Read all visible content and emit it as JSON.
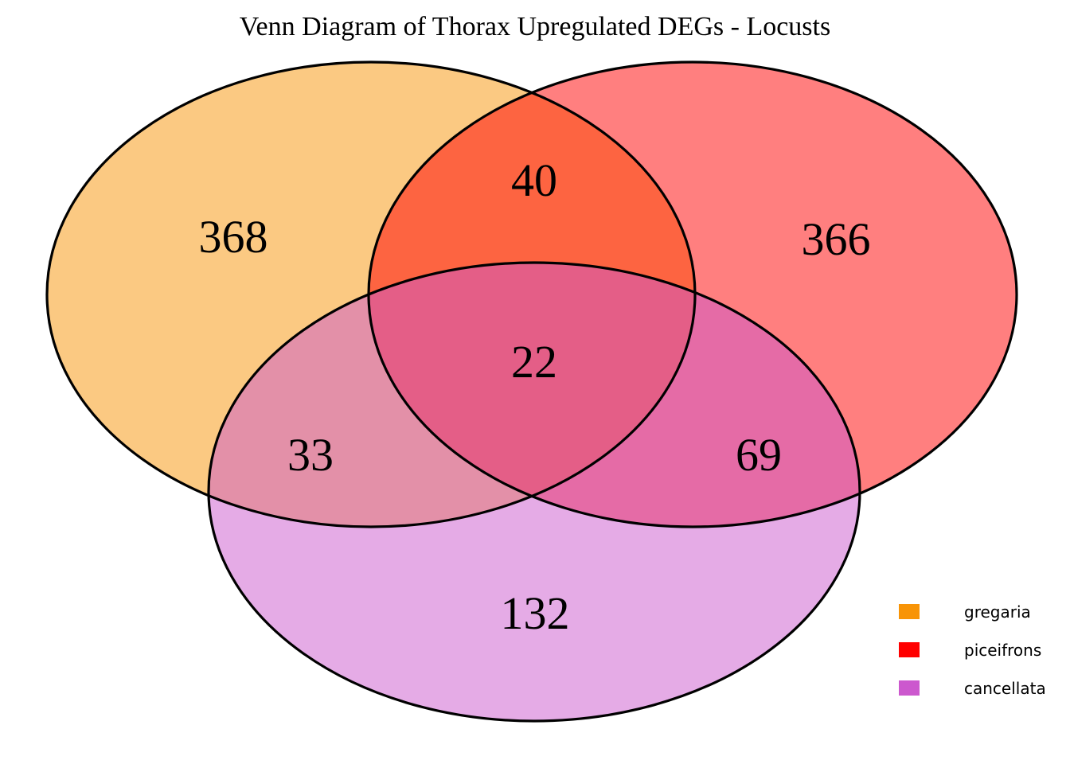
{
  "title": "Venn Diagram of Thorax Upregulated DEGs - Locusts",
  "chart_data": {
    "type": "venn",
    "title": "Venn Diagram of Thorax Upregulated DEGs - Locusts",
    "sets": [
      {
        "name": "gregaria",
        "color": "#F89406"
      },
      {
        "name": "piceifrons",
        "color": "#FF0000"
      },
      {
        "name": "cancellata",
        "color": "#CC58CE"
      }
    ],
    "counts": {
      "gregaria_only": 368,
      "piceifrons_only": 366,
      "cancellata_only": 132,
      "gregaria_piceifrons": 40,
      "gregaria_cancellata": 33,
      "piceifrons_cancellata": 69,
      "all_three": 22
    },
    "fill_opacity": 0.5,
    "outline_color": "#000000",
    "legend_position": "lower right"
  },
  "legend": {
    "items": [
      {
        "label": "gregaria",
        "color": "#F89406"
      },
      {
        "label": "piceifrons",
        "color": "#FF0000"
      },
      {
        "label": "cancellata",
        "color": "#CC58CE"
      }
    ]
  }
}
